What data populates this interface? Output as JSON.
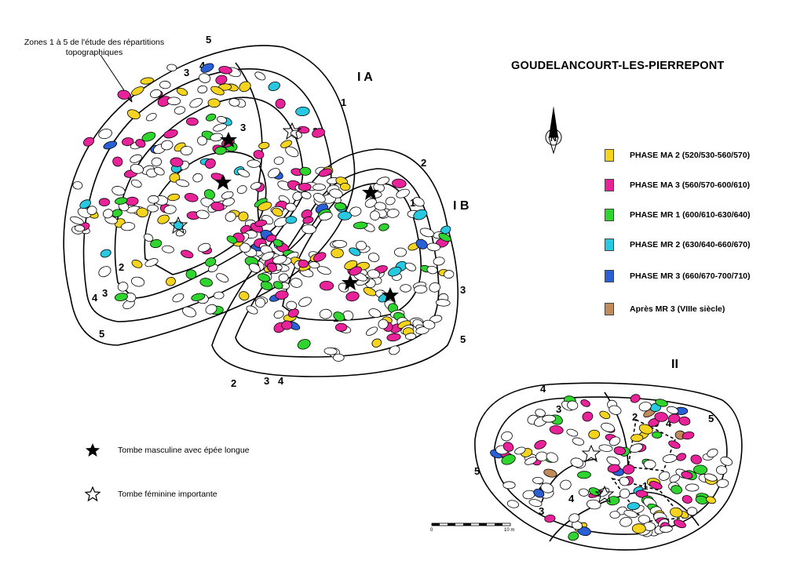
{
  "title": "GOUDELANCOURT-LES-PIERREPONT",
  "zones_note": "Zones 1 à 5 de l'étude des répartitions topographiques",
  "sector_labels": {
    "ia": "I A",
    "ib": "I B",
    "ii": "II"
  },
  "legend": [
    {
      "label": "PHASE MA 2  (520/530-560/570)",
      "color": "#f5d41f"
    },
    {
      "label": "PHASE MA 3  (560/570-600/610)",
      "color": "#e8239a"
    },
    {
      "label": "PHASE MR 1  (600/610-630/640)",
      "color": "#2fd42f"
    },
    {
      "label": "PHASE MR 2  (630/640-660/670)",
      "color": "#27c8e0"
    },
    {
      "label": "PHASE MR 3  (660/670-700/710)",
      "color": "#2a5fd6"
    },
    {
      "label": "Après MR 3 (VIIIe siècle)",
      "color": "#c08a5a"
    }
  ],
  "symbols": {
    "male": "Tombe masculine avec épée longue",
    "female": "Tombe féminine importante"
  },
  "scale": {
    "start": "0",
    "end": "10 m"
  },
  "compass": {
    "label": "N"
  }
}
